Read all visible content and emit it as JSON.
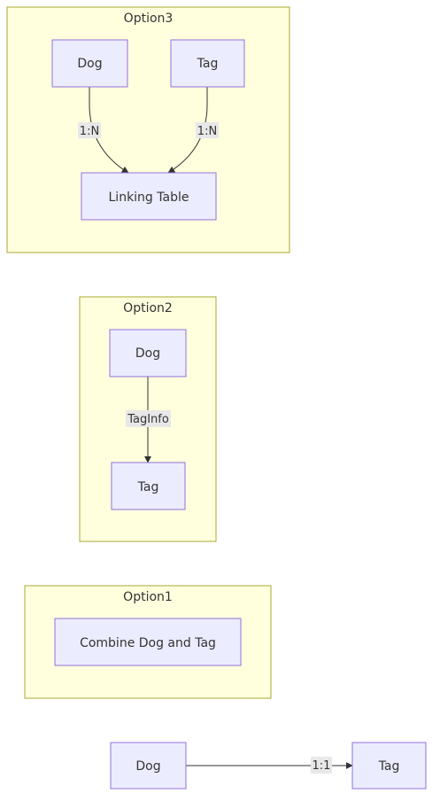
{
  "colors": {
    "cluster_fill": "#ffffde",
    "cluster_stroke": "#aaaa33",
    "node_fill": "#ececff",
    "node_stroke": "#9370db",
    "edge": "#333333",
    "edge_label_bg": "#e8e8e8",
    "text": "#333333"
  },
  "option3": {
    "title": "Option3",
    "dog": "Dog",
    "tag": "Tag",
    "linking_table": "Linking Table",
    "edge_dog_label": "1:N",
    "edge_tag_label": "1:N"
  },
  "option2": {
    "title": "Option2",
    "dog": "Dog",
    "tag": "Tag",
    "edge_label": "TagInfo"
  },
  "option1": {
    "title": "Option1",
    "combined": "Combine Dog and Tag"
  },
  "standalone": {
    "dog": "Dog",
    "tag": "Tag",
    "edge_label": "1:1"
  }
}
